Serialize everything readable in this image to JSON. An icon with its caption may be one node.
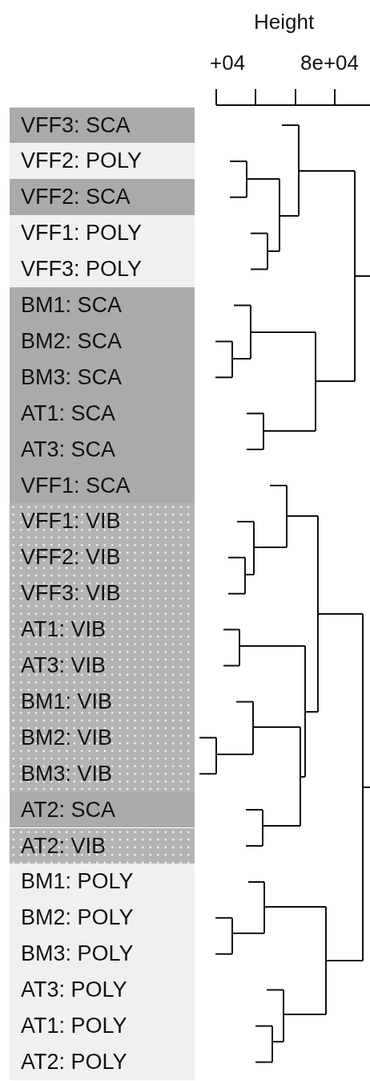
{
  "diagram": {
    "nodes": [
      {
        "text": [
          "VFF3: SCA"
        ]
      },
      {
        "text": [
          "VFF2: POLY"
        ]
      },
      {
        "text": [
          "VFF2: SCA"
        ]
      },
      {
        "text": [
          "VFF1: POLY",
          "VFF3: POLY"
        ]
      },
      {
        "text": [
          "BM1: SCA",
          "BM2: SCA",
          "BM3: SCA",
          "AT1: SCA",
          "AT3: SCA",
          "VFF1: SCA"
        ]
      },
      {
        "text": [
          "VFF1: VIB",
          "VFF2: VIB",
          "VFF3: VIB",
          "AT1: VIB",
          "AT3: VIB",
          "BM1: VIB",
          "BM2: VIB",
          "BM3: VIB"
        ]
      },
      {
        "text": [
          "AT2: SCA"
        ]
      },
      {
        "text": [
          "AT2: VIB"
        ]
      },
      {
        "text": [
          "BM1: POLY",
          "BM2: POLY",
          "BM3: POLY",
          "AT3: POLY",
          "AT1: POLY",
          "AT2: POLY"
        ]
      }
    ],
    "edges": [],
    "labels": [
      "Height",
      "+04",
      "8e+04"
    ]
  }
}
